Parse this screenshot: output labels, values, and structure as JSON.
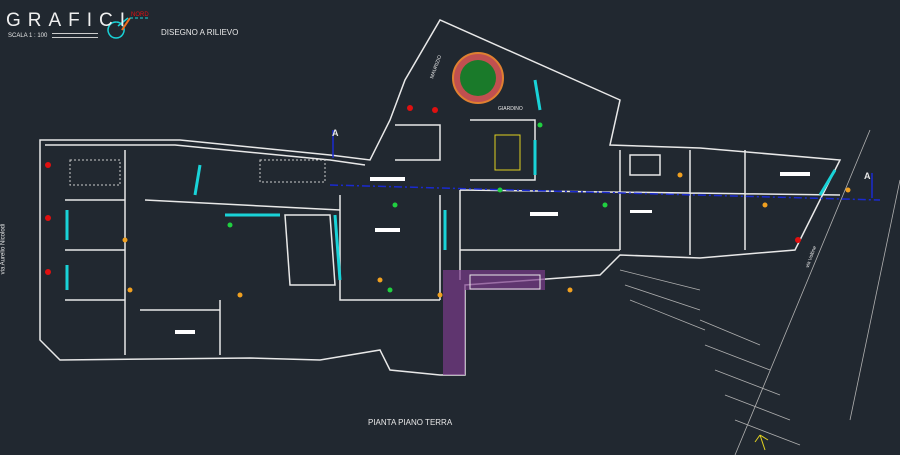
{
  "header": {
    "title": "GRAFICI",
    "scale": "SCALA 1 : 100",
    "north": "NORD",
    "subtitle": "DISEGNO A RILIEVO"
  },
  "labels": {
    "street_left": "via Aurelio Nicolodi",
    "street_right": "via Voltine",
    "garden": "GIARDINO",
    "garden_path": "MAURIZIO",
    "section_mark": "A",
    "plan_title": "PIANTA PIANO TERRA"
  },
  "colors": {
    "background": "#212830",
    "walls": "#e8e8e8",
    "section_line": "#1a2ad0",
    "cyan": "#19d3d8",
    "magenta": "#c040c0",
    "red": "#e01010"
  }
}
